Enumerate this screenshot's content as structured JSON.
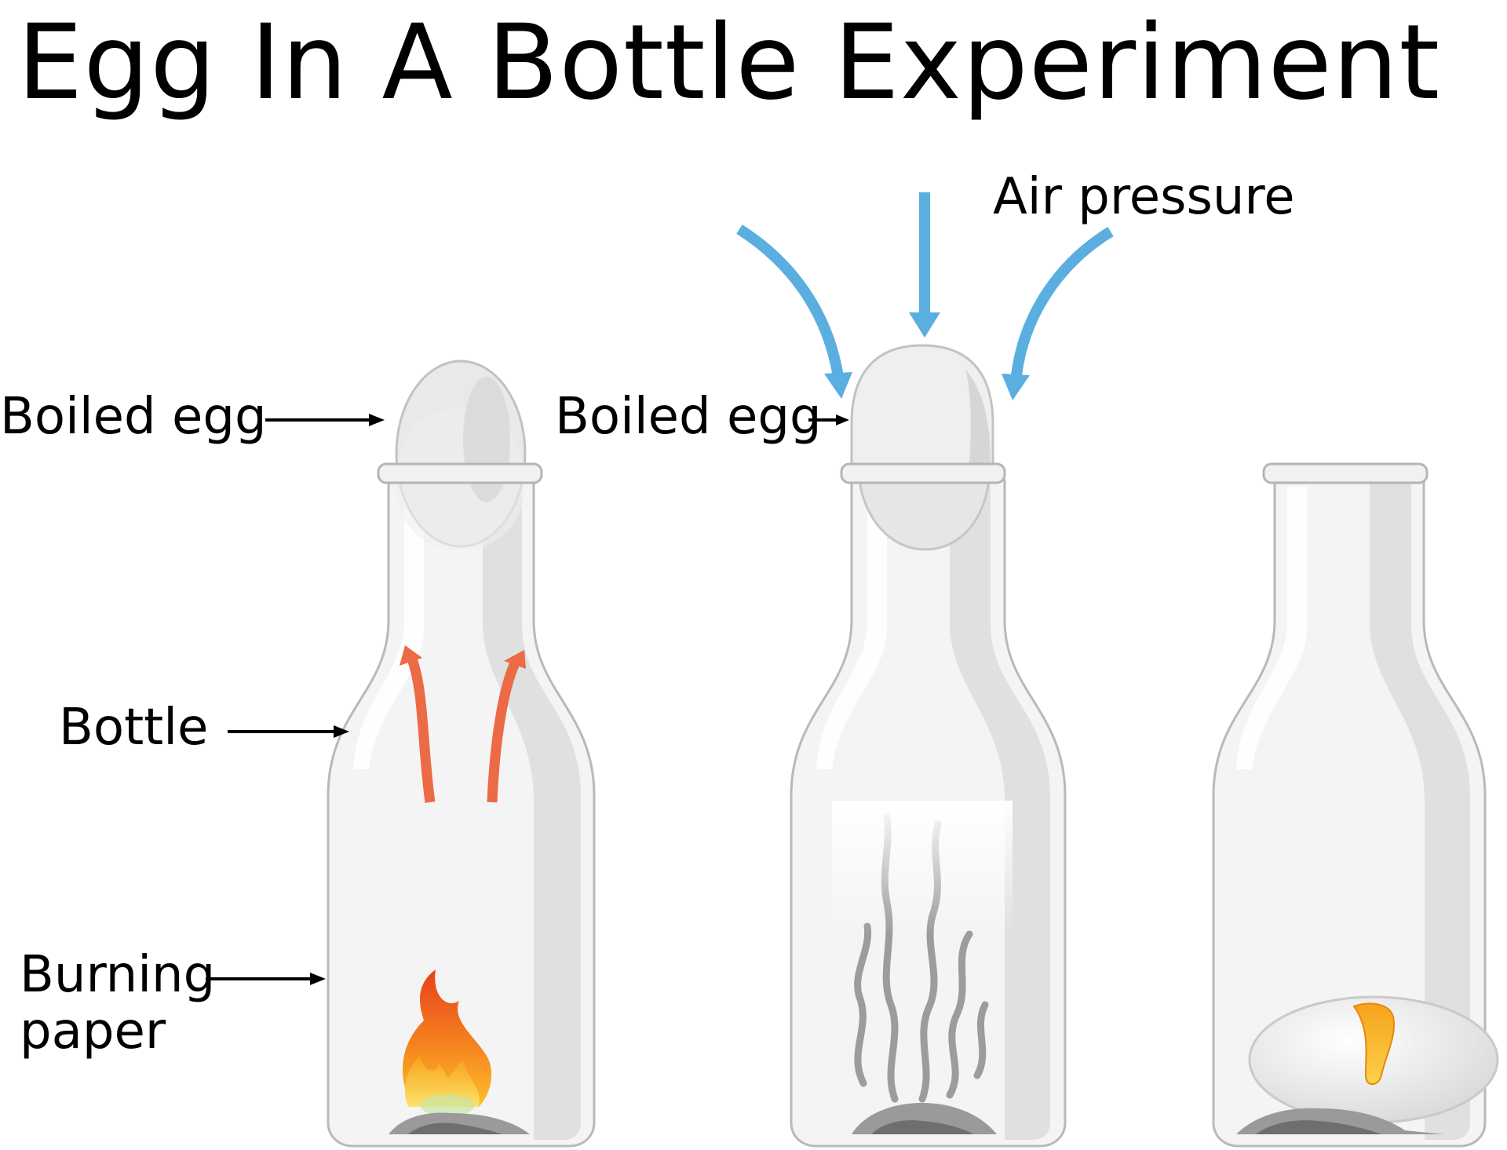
{
  "title": "Egg In A Bottle Experiment",
  "labels": {
    "boiled_egg_1": "Boiled egg",
    "boiled_egg_2": "Boiled egg",
    "bottle": "Bottle",
    "burning_paper_line1": "Burning",
    "burning_paper_line2": "paper",
    "air_pressure": "Air pressure"
  },
  "colors": {
    "air_pressure_arrows": "#5aaee0",
    "heat_arrows": "#ec6a45",
    "flame_outer": "#f36b1c",
    "flame_inner": "#fbc02d"
  }
}
